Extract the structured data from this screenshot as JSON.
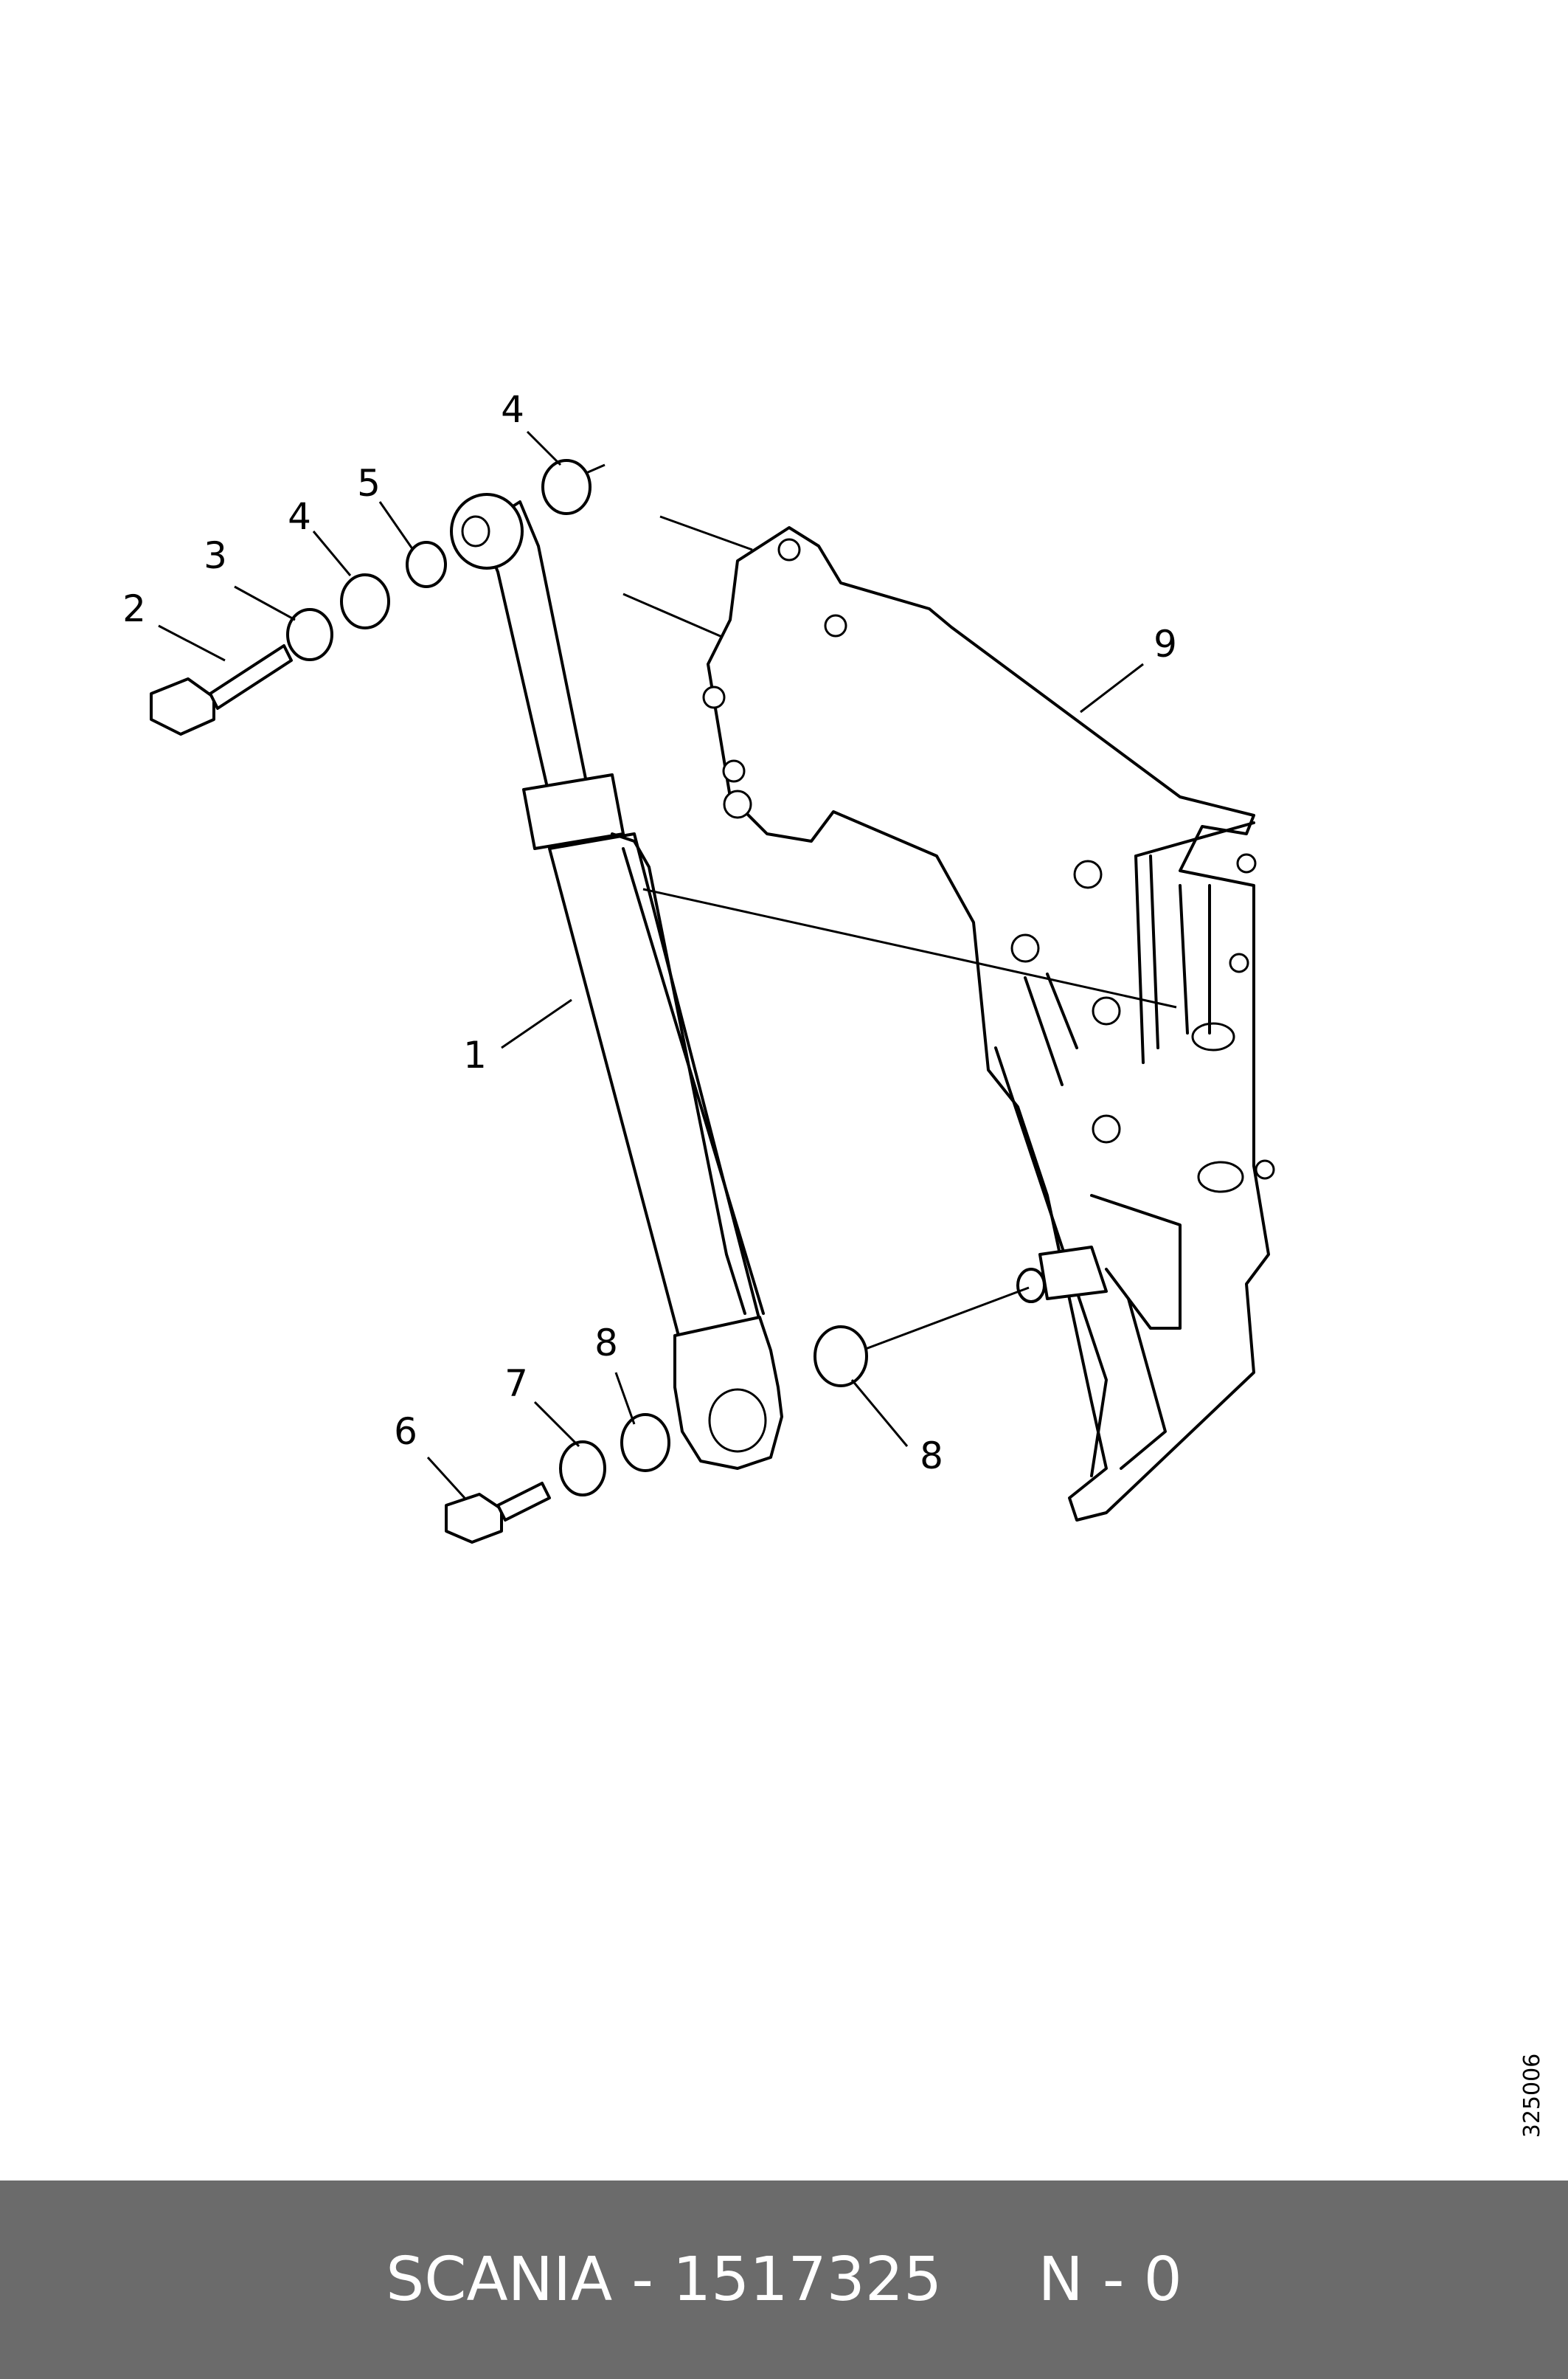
{
  "callouts": [
    {
      "id": "callout-1",
      "label": "1"
    },
    {
      "id": "callout-2",
      "label": "2"
    },
    {
      "id": "callout-3",
      "label": "3"
    },
    {
      "id": "callout-4-top",
      "label": "4"
    },
    {
      "id": "callout-4",
      "label": "4"
    },
    {
      "id": "callout-5",
      "label": "5"
    },
    {
      "id": "callout-6",
      "label": "6"
    },
    {
      "id": "callout-7",
      "label": "7"
    },
    {
      "id": "callout-8-top",
      "label": "8"
    },
    {
      "id": "callout-8",
      "label": "8"
    },
    {
      "id": "callout-9",
      "label": "9"
    }
  ],
  "drawing_number": "325006",
  "footer": {
    "text": "SCANIA - 1517325     N - 0"
  }
}
